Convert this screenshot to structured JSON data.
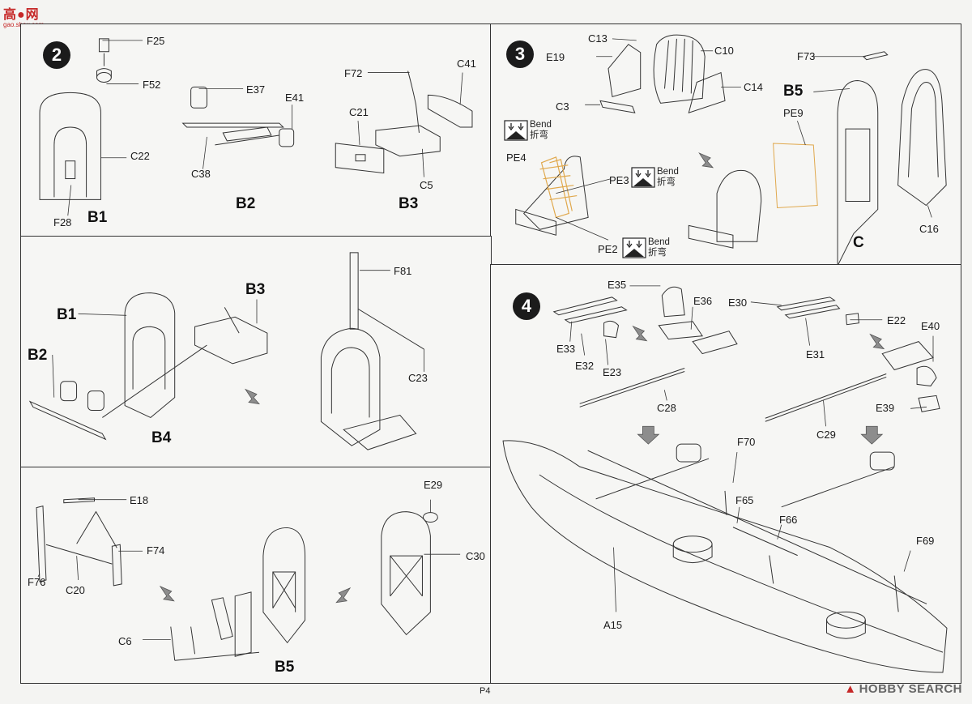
{
  "header": {
    "site_logo_text": "高●网",
    "site_url": "gao.shou.com"
  },
  "step2": {
    "number": "2",
    "subassemblies": [
      "B1",
      "B2",
      "B3"
    ],
    "labels": {
      "F25": "F25",
      "F52": "F52",
      "C22": "C22",
      "F28": "F28",
      "E37": "E37",
      "E41": "E41",
      "C38": "C38",
      "F72": "F72",
      "C41": "C41",
      "C21": "C21",
      "C5": "C5"
    }
  },
  "step3": {
    "number": "3",
    "subassemblies": [
      "B5",
      "C"
    ],
    "labels": {
      "C13": "C13",
      "E19": "E19",
      "C10": "C10",
      "C14": "C14",
      "C3": "C3",
      "F73": "F73",
      "PE9": "PE9",
      "PE4": "PE4",
      "PE3": "PE3",
      "PE2": "PE2",
      "C16": "C16"
    },
    "bend_notes": [
      {
        "en": "Bend",
        "cn": "折弯"
      },
      {
        "en": "Bend",
        "cn": "折弯"
      },
      {
        "en": "Bend",
        "cn": "折弯"
      }
    ]
  },
  "stepB4": {
    "subassemblies": [
      "B1",
      "B2",
      "B3",
      "B4"
    ],
    "labels": {
      "F81": "F81",
      "C23": "C23"
    }
  },
  "stepB5": {
    "subassembly": "B5",
    "labels": {
      "E18": "E18",
      "F74": "F74",
      "F76": "F76",
      "C20": "C20",
      "C6": "C6",
      "E29": "E29",
      "C30": "C30"
    }
  },
  "step4": {
    "number": "4",
    "labels": {
      "E35": "E35",
      "E36": "E36",
      "E30": "E30",
      "E22": "E22",
      "E40": "E40",
      "E33": "E33",
      "E32": "E32",
      "E23": "E23",
      "E31": "E31",
      "C28": "C28",
      "E39": "E39",
      "C29": "C29",
      "F70": "F70",
      "F65": "F65",
      "F66": "F66",
      "F69": "F69",
      "A15": "A15"
    }
  },
  "footer": {
    "page_number": "P4",
    "watermark_brand": "HOBBY SEARCH"
  },
  "colors": {
    "ink": "#222222",
    "photo_etch": "#e0a84c",
    "arrow_fill": "#8d8d8d",
    "paper": "#f6f6f4"
  }
}
